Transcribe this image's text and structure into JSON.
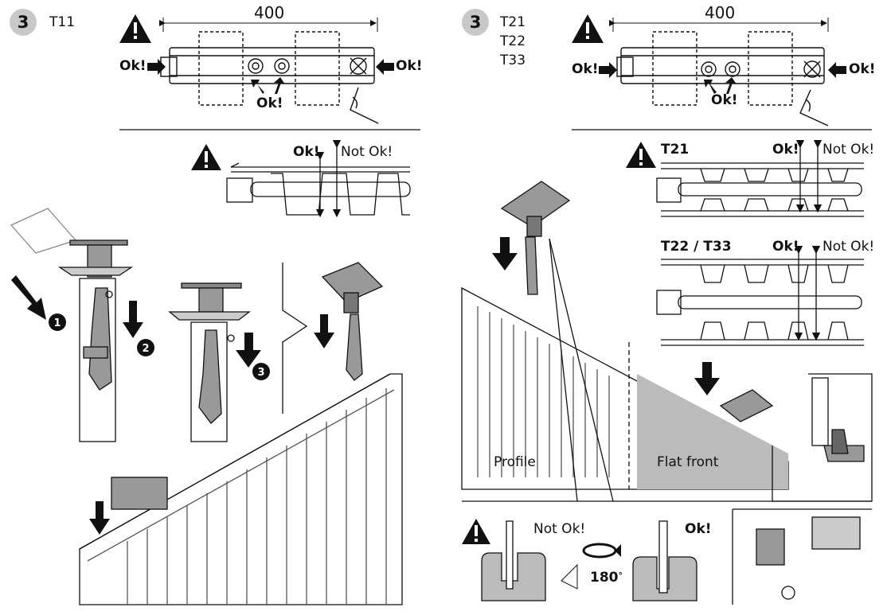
{
  "left": {
    "step_number": "3",
    "model": "T11",
    "dimension": "400",
    "ok_left": "Ok!",
    "ok_right": "Ok!",
    "ok_bottom": "Ok!",
    "detail_ok": "Ok!",
    "detail_not_ok": "Not Ok!",
    "sequence": [
      "1",
      "2",
      "3"
    ]
  },
  "right": {
    "step_number": "3",
    "models": [
      "T21",
      "T22",
      "T33"
    ],
    "dimension": "400",
    "ok_left": "Ok!",
    "ok_right": "Ok!",
    "ok_bottom": "Ok!",
    "t21_label": "T21",
    "t21_ok": "Ok!",
    "t21_not_ok": "Not Ok!",
    "t22_label": "T22 / T33",
    "t22_ok": "Ok!",
    "t22_not_ok": "Not Ok!",
    "profile_label": "Profile",
    "flat_front_label": "Flat front",
    "bottom_not_ok": "Not Ok!",
    "bottom_ok": "Ok!",
    "rotation": "180",
    "rotation_unit": "°"
  }
}
